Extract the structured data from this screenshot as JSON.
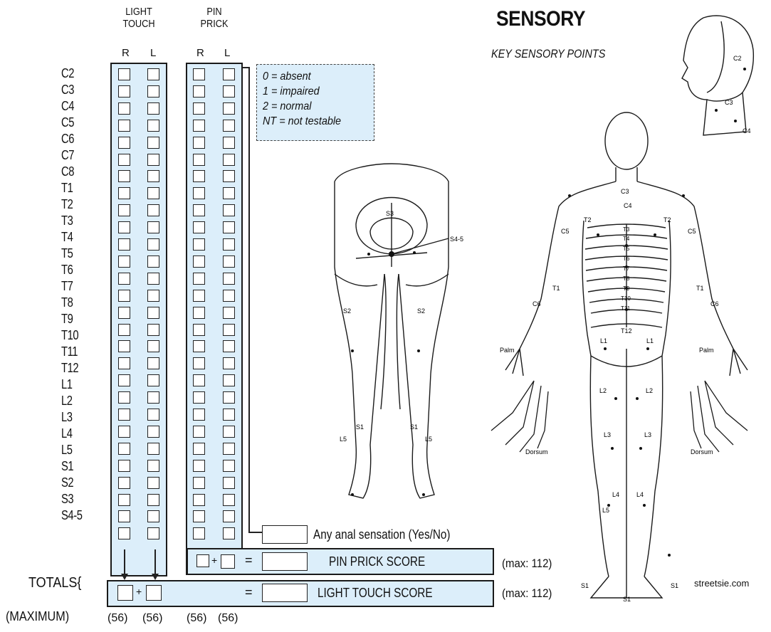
{
  "columns": {
    "light_touch": "LIGHT\nTOUCH",
    "pin_prick": "PIN\nPRICK",
    "right": "R",
    "left": "L"
  },
  "levels": [
    "C2",
    "C3",
    "C4",
    "C5",
    "C6",
    "C7",
    "C8",
    "T1",
    "T2",
    "T3",
    "T4",
    "T5",
    "T6",
    "T7",
    "T8",
    "T9",
    "T10",
    "T11",
    "T12",
    "L1",
    "L2",
    "L3",
    "L4",
    "L5",
    "S1",
    "S2",
    "S3",
    "S4-5"
  ],
  "legend": [
    "0 = absent",
    "1 = impaired",
    "2 = normal",
    "NT = not testable"
  ],
  "title": "SENSORY",
  "subtitle": "KEY SENSORY POINTS",
  "anal_sensation": "Any anal sensation (Yes/No)",
  "pin_prick_score": "PIN PRICK SCORE",
  "light_touch_score": "LIGHT TOUCH SCORE",
  "max_pin": "(max: 112)",
  "max_light": "(max: 112)",
  "totals_label": "TOTALS{",
  "maximum_label": "(MAXIMUM)",
  "maximums": [
    "(56)",
    "(56)",
    "(56)",
    "(56)"
  ],
  "plus": "+",
  "equals": "=",
  "credit": "streetsie.com",
  "body_labels": {
    "back": [
      "S3",
      "S4-5",
      "S2",
      "S2",
      "S1",
      "S1",
      "L5",
      "L5"
    ],
    "front": [
      "C2",
      "C3",
      "C4",
      "T2",
      "T2",
      "C5",
      "C5",
      "T3",
      "T4",
      "T5",
      "T6",
      "T7",
      "T8",
      "T9",
      "T10",
      "T11",
      "T12",
      "C6",
      "C6",
      "T1",
      "T1",
      "L1",
      "L1",
      "L2",
      "L2",
      "L3",
      "L3",
      "L4",
      "L4",
      "L5",
      "S1",
      "S1",
      "S1",
      "Palm",
      "Palm",
      "Dorsum",
      "Dorsum",
      "C3",
      "C4",
      "C2"
    ]
  }
}
